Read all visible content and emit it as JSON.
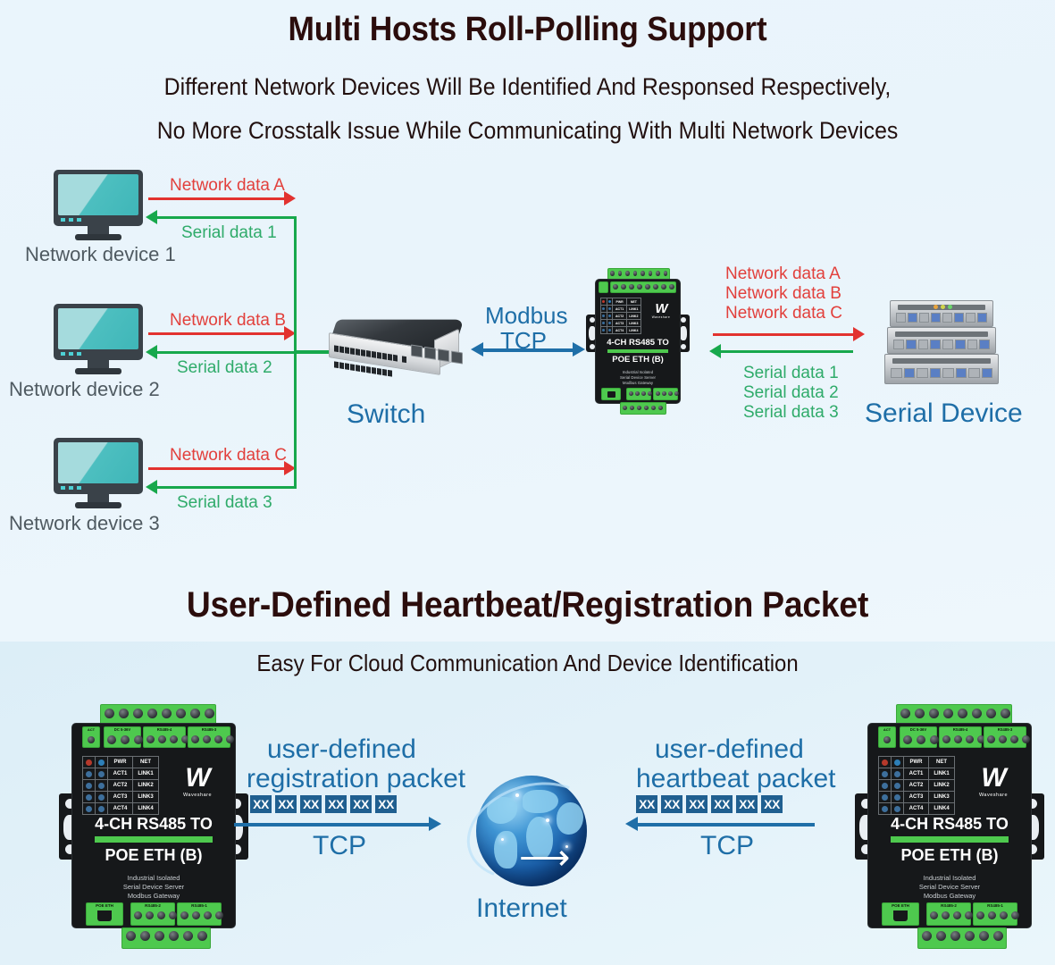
{
  "section_top": {
    "title": "Multi Hosts Roll-Polling Support",
    "subtitle_line1": "Different Network Devices Will Be Identified And Responsed Respectively,",
    "subtitle_line2": "No More Crosstalk Issue While Communicating With Multi Network Devices",
    "nodes": {
      "device1": "Network device 1",
      "device2": "Network device 2",
      "device3": "Network device 3",
      "switch": "Switch",
      "serial_device": "Serial Device"
    },
    "flows": {
      "net_a": "Network data A",
      "net_b": "Network data B",
      "net_c": "Network data C",
      "serial_1": "Serial data 1",
      "serial_2": "Serial data 2",
      "serial_3": "Serial data 3",
      "modbus_line1": "Modbus",
      "modbus_line2": "TCP",
      "right_net_a": "Network data A",
      "right_net_b": "Network data B",
      "right_net_c": "Network data C",
      "right_serial_1": "Serial data 1",
      "right_serial_2": "Serial data 2",
      "right_serial_3": "Serial data 3"
    }
  },
  "section_bottom": {
    "title": "User-Defined Heartbeat/Registration Packet",
    "subtitle": "Easy For Cloud Communication And Device Identification",
    "left_flow": {
      "label_line1": "user-defined",
      "label_line2": "registration packet",
      "protocol": "TCP",
      "packet_bytes": [
        "XX",
        "XX",
        "XX",
        "XX",
        "XX",
        "XX"
      ]
    },
    "right_flow": {
      "label_line1": "user-defined",
      "label_line2": "heartbeat packet",
      "protocol": "TCP",
      "packet_bytes": [
        "XX",
        "XX",
        "XX",
        "XX",
        "XX",
        "XX"
      ]
    },
    "cloud": "Internet"
  },
  "device": {
    "title_line1": "4-CH RS485 TO",
    "title_line2": "POE ETH (B)",
    "sub_line1": "Industrial Isolated",
    "sub_line2": "Serial Device Server",
    "sub_line3": "Modbus Gateway",
    "brand_mark": "W",
    "brand_name": "Waveshare",
    "led_rows": [
      {
        "left": "PWR",
        "right": "NET"
      },
      {
        "left": "ACT1",
        "right": "LINK1"
      },
      {
        "left": "ACT2",
        "right": "LINK2"
      },
      {
        "left": "ACT3",
        "right": "LINK3"
      },
      {
        "left": "ACT4",
        "right": "LINK4"
      }
    ],
    "top_terminals": [
      "ACT",
      "DC 5-36V",
      "RS485-4",
      "RS485-3"
    ],
    "bottom_terminals": [
      "POE ETH",
      "RS485-2",
      "RS485-1"
    ]
  },
  "colors": {
    "network_data": "#e2403c",
    "serial_data": "#2fab6a",
    "accent_blue": "#1e6ea7",
    "device_green": "#4ec94e",
    "heading": "#2b0d0c",
    "bg_top": "#eaf5fc",
    "bg_bottom": "#dceef7"
  }
}
